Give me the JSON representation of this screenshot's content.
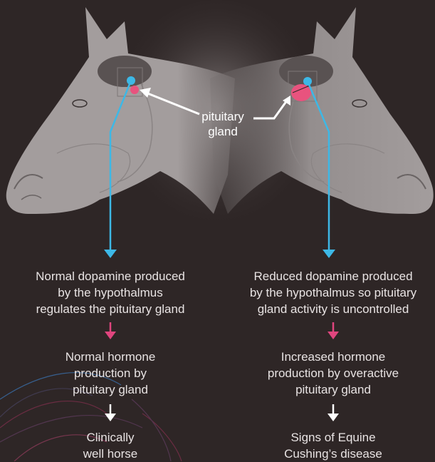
{
  "center_label": {
    "line1": "pituitary",
    "line2": "gland"
  },
  "left_column": {
    "step1": [
      "Normal dopamine produced",
      "by the hypothalmus",
      "regulates the pituitary gland"
    ],
    "step2": [
      "Normal hormone",
      "production by",
      "pituitary gland"
    ],
    "step3": [
      "Clinically",
      "well horse"
    ]
  },
  "right_column": {
    "step1": [
      "Reduced dopamine produced",
      "by the hypothalmus so pituitary",
      "gland activity is uncontrolled"
    ],
    "step2": [
      "Increased hormone",
      "production by overactive",
      "pituitary gland"
    ],
    "step3": [
      "Signs of Equine",
      "Cushing’s disease"
    ]
  },
  "colors": {
    "background": "#2e2626",
    "horse": "#a39d9d",
    "hypothalamus_blue": "#3db8e6",
    "pituitary_pink": "#e8537e",
    "arrow_pink": "#e0457e",
    "arrow_white": "#ffffff"
  }
}
